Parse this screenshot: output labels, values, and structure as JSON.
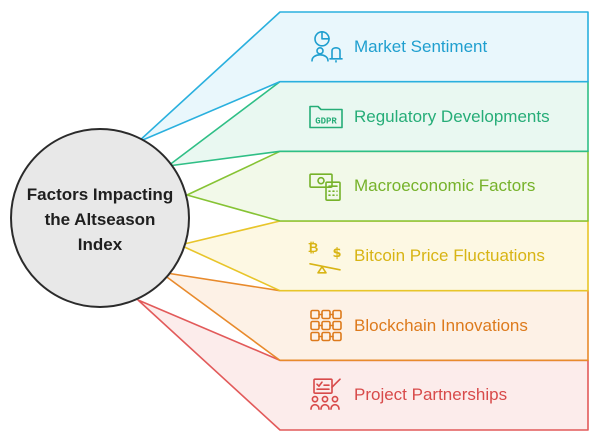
{
  "center": {
    "title": "Factors Impacting\nthe Altseason\nIndex"
  },
  "factors": [
    {
      "label": "Market Sentiment",
      "icon": "sentiment-chart-bell-icon",
      "stroke": "#2ab0de",
      "fill": "#e9f7fc",
      "text": "#1f9fcf"
    },
    {
      "label": "Regulatory Developments",
      "icon": "gdpr-folder-icon",
      "stroke": "#2fbf86",
      "fill": "#e9f8f1",
      "text": "#26ad78"
    },
    {
      "label": "Macroeconomic Factors",
      "icon": "cash-calculator-icon",
      "stroke": "#86c334",
      "fill": "#f2f9e9",
      "text": "#76b22a"
    },
    {
      "label": "Bitcoin Price Fluctuations",
      "icon": "bitcoin-dollar-scale-icon",
      "stroke": "#e8c52a",
      "fill": "#fdf8e3",
      "text": "#d8b414"
    },
    {
      "label": "Blockchain Innovations",
      "icon": "blockchain-grid-icon",
      "stroke": "#e88a2c",
      "fill": "#fdf1e6",
      "text": "#dd7a1c"
    },
    {
      "label": "Project Partnerships",
      "icon": "partnership-people-icon",
      "stroke": "#e25a5a",
      "fill": "#fceceb",
      "text": "#d84a4a"
    }
  ]
}
